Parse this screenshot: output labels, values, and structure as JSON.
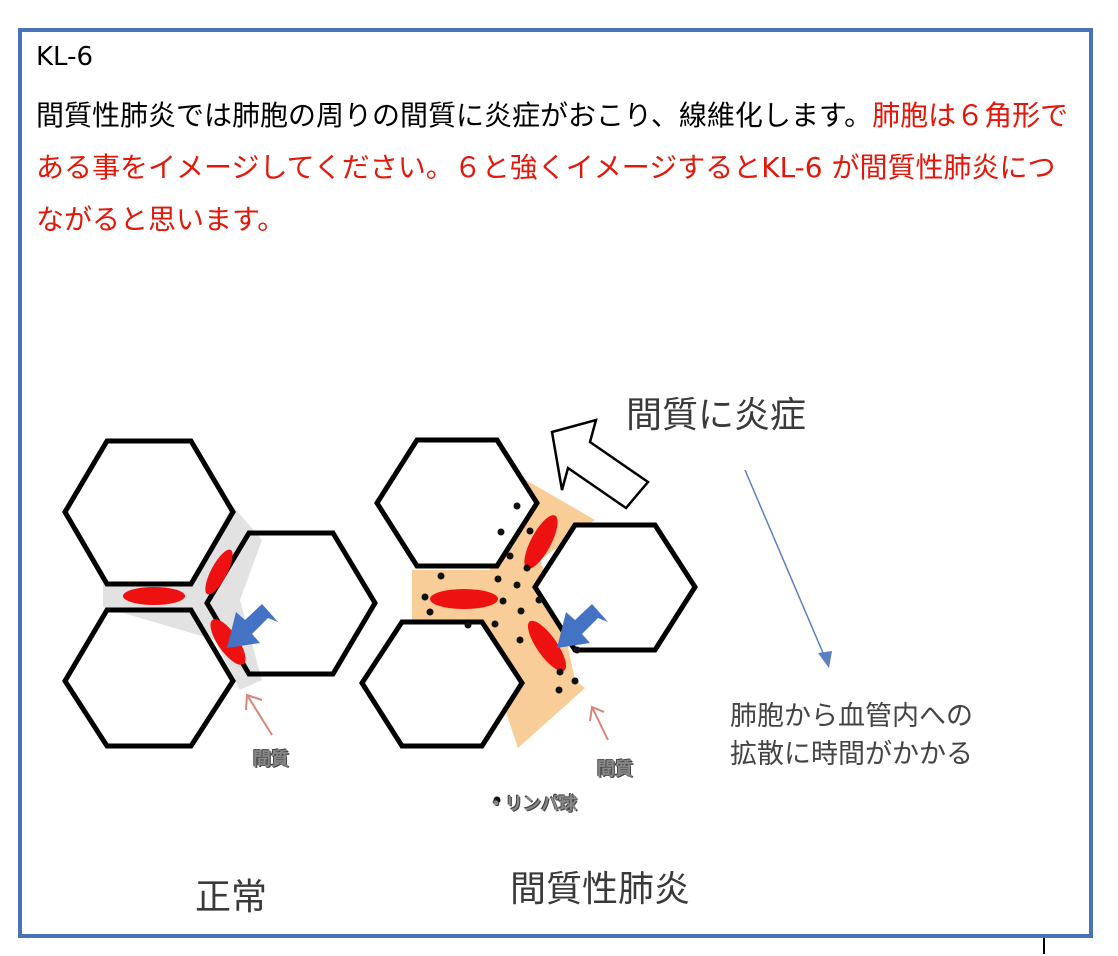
{
  "heading": "KL-6",
  "paragraph": {
    "black": "間質性肺炎では肺胞の周りの間質に炎症がおこり、線維化します。",
    "red": "肺胞は６角形である事をイメージしてください。６と強くイメージするとKL-6 が間質性肺炎につながると思います。"
  },
  "figure": {
    "inflammation_title": "間質に炎症",
    "interstitium_label_left": "間質",
    "interstitium_label_right": "間質",
    "lymphocyte_legend": "・リンパ球",
    "diffusion_note_line1": "肺胞から血管内への",
    "diffusion_note_line2": "拡散に時間がかかる",
    "normal_caption": "正常",
    "disease_caption": "間質性肺炎"
  },
  "colors": {
    "frame": "#4a72b8",
    "red_text": "#e3170a",
    "ellipse_red": "#ee1111",
    "arrow_blue": "#4472c4",
    "inflamed_fill": "#f9cd98",
    "normal_fill": "#e2e2e2",
    "pointer_arrow": "#d9857a",
    "long_arrow": "#5b7fc0"
  },
  "icons": [
    "blue-arrow-icon",
    "hollow-arrow-icon",
    "pointer-arrow-icon"
  ]
}
